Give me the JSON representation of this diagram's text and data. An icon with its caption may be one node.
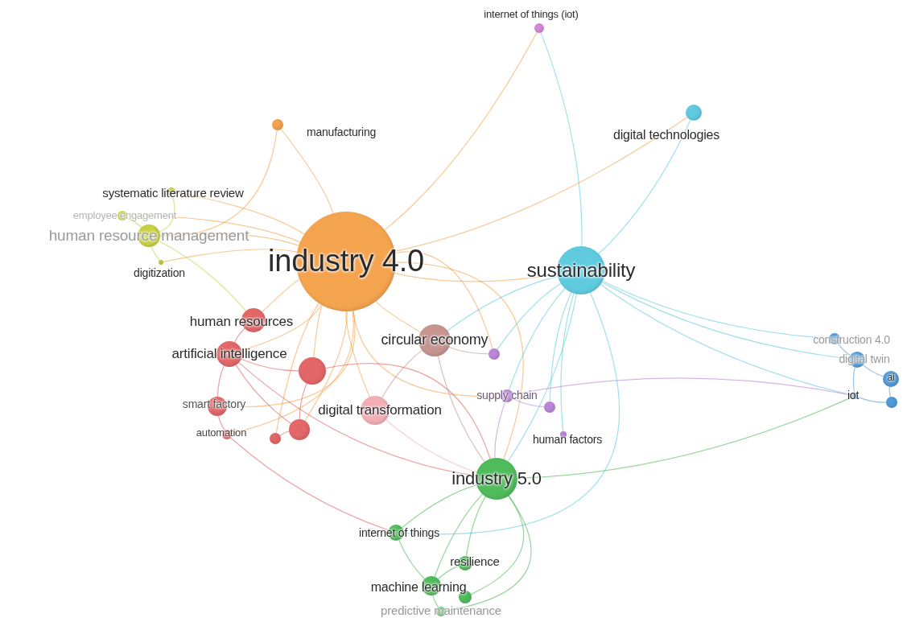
{
  "diagram": {
    "nodes": [
      {
        "text": [
          "internet of things (iot)"
        ]
      },
      {
        "text": [
          "manufacturing"
        ]
      },
      {
        "text": [
          "digital technologies"
        ]
      },
      {
        "text": [
          "systematic literature review"
        ]
      },
      {
        "text": [
          "employee engagement"
        ]
      },
      {
        "text": [
          "human resource management"
        ]
      },
      {
        "text": [
          "industry 4.0"
        ]
      },
      {
        "text": [
          "digitization"
        ]
      },
      {
        "text": [
          "sustainability"
        ]
      },
      {
        "text": [
          "human resources"
        ]
      },
      {
        "text": [
          "circular economy"
        ]
      },
      {
        "text": [
          "artificial intelligence"
        ]
      },
      {
        "text": [],
        "shape": "circle"
      },
      {
        "text": [],
        "shape": "circle"
      },
      {
        "text": [
          "construction 4.0"
        ]
      },
      {
        "text": [
          "digital twin"
        ]
      },
      {
        "text": [
          "ai"
        ]
      },
      {
        "text": [
          "iot"
        ]
      },
      {
        "text": [],
        "shape": "circle"
      },
      {
        "text": [
          "supply chain"
        ]
      },
      {
        "text": [
          "smart factory"
        ]
      },
      {
        "text": [
          "digital transformation"
        ]
      },
      {
        "text": [],
        "shape": "circle"
      },
      {
        "text": [],
        "shape": "circle"
      },
      {
        "text": [
          "automation"
        ]
      },
      {
        "text": [],
        "shape": "circle"
      },
      {
        "text": [
          "human factors"
        ]
      },
      {
        "text": [
          "industry 5.0"
        ]
      },
      {
        "text": [
          "internet of things"
        ]
      },
      {
        "text": [
          "resilience"
        ]
      },
      {
        "text": [
          "machine learning"
        ]
      },
      {
        "text": [],
        "shape": "circle"
      },
      {
        "text": [
          "predictive maintenance"
        ]
      }
    ],
    "edges": [
      {
        "from": 6,
        "to": 0,
        "arrow": "none",
        "color": "#f39a3c"
      },
      {
        "from": 8,
        "to": 0,
        "arrow": "none",
        "color": "#4fc6dc"
      },
      {
        "from": 6,
        "to": 1,
        "arrow": "none",
        "color": "#f39a3c"
      },
      {
        "from": 6,
        "to": 2,
        "arrow": "none",
        "color": "#f39a3c"
      },
      {
        "from": 8,
        "to": 2,
        "arrow": "none",
        "color": "#4fc6dc"
      },
      {
        "from": 6,
        "to": 3,
        "arrow": "none",
        "color": "#f39a3c"
      },
      {
        "from": 6,
        "to": 4,
        "arrow": "none",
        "color": "#f39a3c"
      },
      {
        "from": 6,
        "to": 5,
        "arrow": "none",
        "color": "#f39a3c"
      },
      {
        "from": 6,
        "to": 7,
        "arrow": "none",
        "color": "#f39a3c"
      },
      {
        "from": 5,
        "to": 7,
        "arrow": "none",
        "color": "#c2cc2e"
      },
      {
        "from": 5,
        "to": 4,
        "arrow": "none",
        "color": "#c2cc2e"
      },
      {
        "from": 5,
        "to": 3,
        "arrow": "none",
        "color": "#c2cc2e"
      },
      {
        "from": 1,
        "to": 5,
        "arrow": "none",
        "color": "#f39a3c"
      },
      {
        "from": 5,
        "to": 9,
        "arrow": "none",
        "color": "#c2cc2e"
      },
      {
        "from": 6,
        "to": 8,
        "arrow": "none",
        "color": "#f39a3c"
      },
      {
        "from": 6,
        "to": 9,
        "arrow": "none",
        "color": "#f39a3c"
      },
      {
        "from": 6,
        "to": 10,
        "arrow": "none",
        "color": "#f39a3c"
      },
      {
        "from": 6,
        "to": 11,
        "arrow": "none",
        "color": "#f39a3c"
      },
      {
        "from": 6,
        "to": 12,
        "arrow": "none",
        "color": "#f39a3c"
      },
      {
        "from": 6,
        "to": 13,
        "arrow": "none",
        "color": "#f39a3c"
      },
      {
        "from": 6,
        "to": 19,
        "arrow": "none",
        "color": "#f39a3c"
      },
      {
        "from": 6,
        "to": 20,
        "arrow": "none",
        "color": "#f39a3c"
      },
      {
        "from": 6,
        "to": 21,
        "arrow": "none",
        "color": "#f39a3c"
      },
      {
        "from": 6,
        "to": 22,
        "arrow": "none",
        "color": "#f39a3c"
      },
      {
        "from": 6,
        "to": 24,
        "arrow": "none",
        "color": "#f39a3c"
      },
      {
        "from": 6,
        "to": 25,
        "arrow": "none",
        "color": "#f39a3c"
      },
      {
        "from": 6,
        "to": 27,
        "arrow": "none",
        "color": "#f39a3c"
      },
      {
        "from": 8,
        "to": 10,
        "arrow": "none",
        "color": "#4fc6dc"
      },
      {
        "from": 8,
        "to": 13,
        "arrow": "none",
        "color": "#4fc6dc"
      },
      {
        "from": 8,
        "to": 14,
        "arrow": "none",
        "color": "#4fc6dc"
      },
      {
        "from": 8,
        "to": 15,
        "arrow": "none",
        "color": "#4fc6dc"
      },
      {
        "from": 8,
        "to": 17,
        "arrow": "none",
        "color": "#4fc6dc"
      },
      {
        "from": 8,
        "to": 19,
        "arrow": "none",
        "color": "#4fc6dc"
      },
      {
        "from": 8,
        "to": 23,
        "arrow": "none",
        "color": "#4fc6dc"
      },
      {
        "from": 8,
        "to": 26,
        "arrow": "none",
        "color": "#4fc6dc"
      },
      {
        "from": 8,
        "to": 27,
        "arrow": "none",
        "color": "#4fc6dc"
      },
      {
        "from": 8,
        "to": 28,
        "arrow": "none",
        "color": "#4fc6dc"
      },
      {
        "from": 27,
        "to": 17,
        "arrow": "none",
        "color": "#3db54a"
      },
      {
        "from": 19,
        "to": 17,
        "arrow": "none",
        "color": "#b57bd6"
      },
      {
        "from": 14,
        "to": 15,
        "arrow": "none",
        "color": "#3f8fd4"
      },
      {
        "from": 15,
        "to": 17,
        "arrow": "none",
        "color": "#3f8fd4"
      },
      {
        "from": 15,
        "to": 16,
        "arrow": "none",
        "color": "#3f8fd4"
      },
      {
        "from": 17,
        "to": 18,
        "arrow": "none",
        "color": "#3f8fd4"
      },
      {
        "from": 16,
        "to": 18,
        "arrow": "none",
        "color": "#3f8fd4"
      },
      {
        "from": 9,
        "to": 11,
        "arrow": "none",
        "color": "#e05658"
      },
      {
        "from": 11,
        "to": 12,
        "arrow": "none",
        "color": "#e05658"
      },
      {
        "from": 11,
        "to": 20,
        "arrow": "none",
        "color": "#e05658"
      },
      {
        "from": 11,
        "to": 22,
        "arrow": "none",
        "color": "#e05658"
      },
      {
        "from": 20,
        "to": 24,
        "arrow": "none",
        "color": "#e05658"
      },
      {
        "from": 12,
        "to": 22,
        "arrow": "none",
        "color": "#e05658"
      },
      {
        "from": 22,
        "to": 25,
        "arrow": "none",
        "color": "#e05658"
      },
      {
        "from": 11,
        "to": 27,
        "arrow": "none",
        "color": "#e05658"
      },
      {
        "from": 12,
        "to": 27,
        "arrow": "none",
        "color": "#e05658"
      },
      {
        "from": 10,
        "to": 21,
        "arrow": "none",
        "color": "#c08a84"
      },
      {
        "from": 10,
        "to": 13,
        "arrow": "none",
        "color": "#c08a84"
      },
      {
        "from": 10,
        "to": 27,
        "arrow": "none",
        "color": "#c08a84"
      },
      {
        "from": 21,
        "to": 27,
        "arrow": "none",
        "color": "#f0a7ae"
      },
      {
        "from": 19,
        "to": 23,
        "arrow": "none",
        "color": "#b57bd6"
      },
      {
        "from": 19,
        "to": 27,
        "arrow": "none",
        "color": "#b57bd6"
      },
      {
        "from": 27,
        "to": 28,
        "arrow": "none",
        "color": "#3db54a"
      },
      {
        "from": 27,
        "to": 29,
        "arrow": "none",
        "color": "#3db54a"
      },
      {
        "from": 27,
        "to": 30,
        "arrow": "none",
        "color": "#3db54a"
      },
      {
        "from": 27,
        "to": 31,
        "arrow": "none",
        "color": "#3db54a"
      },
      {
        "from": 27,
        "to": 32,
        "arrow": "none",
        "color": "#3db54a"
      },
      {
        "from": 28,
        "to": 30,
        "arrow": "none",
        "color": "#3db54a"
      },
      {
        "from": 29,
        "to": 30,
        "arrow": "none",
        "color": "#3db54a"
      },
      {
        "from": 30,
        "to": 32,
        "arrow": "none",
        "color": "#3db54a"
      },
      {
        "from": 24,
        "to": 28,
        "arrow": "none",
        "color": "#e05658"
      }
    ]
  }
}
